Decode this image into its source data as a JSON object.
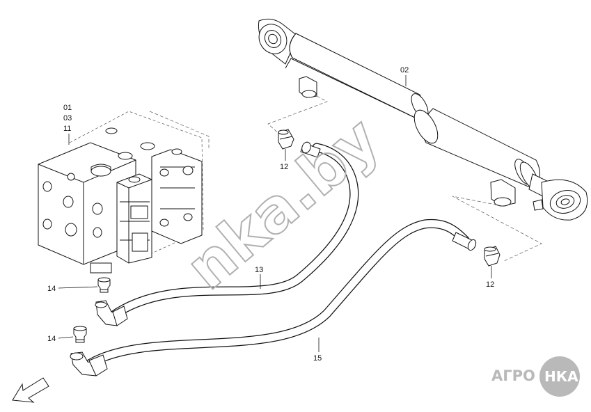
{
  "callouts": {
    "valve_block_1": "01",
    "valve_block_2": "03",
    "valve_block_3": "11",
    "cylinder": "02",
    "fitting_top": "12",
    "fitting_right": "12",
    "hose_upper": "13",
    "hose_lower": "15",
    "adapter_upper": "14",
    "adapter_lower": "14"
  },
  "watermark": {
    "text": "nka.by"
  },
  "logo": {
    "left": "АГРО",
    "right": "НКА"
  },
  "colors": {
    "line": "#111111",
    "watermark": "#bdbdbd",
    "logo_bg": "#b9b9b9",
    "logo_text": "#ffffff"
  },
  "icons": {
    "direction_arrow": "arrow-down-left-icon"
  }
}
